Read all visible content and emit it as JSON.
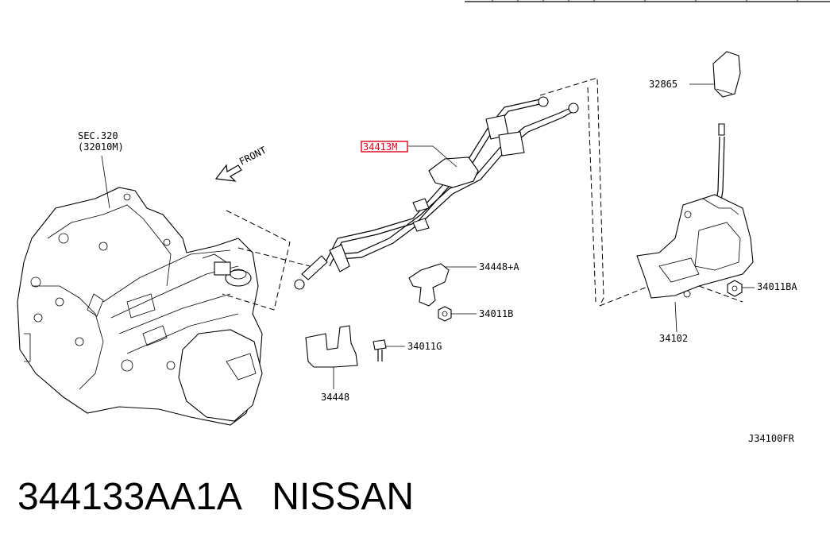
{
  "labels": {
    "sec": "SEC.320",
    "sec_code": "(32010M)",
    "front": "FRONT",
    "part_34413m": "34413M",
    "part_32865": "32865",
    "part_34448a": "34448+A",
    "part_34011b": "34011B",
    "part_34011g": "34011G",
    "part_34448": "34448",
    "part_34102": "34102",
    "part_34011ba": "34011BA",
    "figure_code": "J34100FR"
  },
  "caption": {
    "part_number": "344133AA1A",
    "brand": "NISSAN"
  },
  "colors": {
    "highlight": "#e0001b",
    "ink": "#000000"
  }
}
